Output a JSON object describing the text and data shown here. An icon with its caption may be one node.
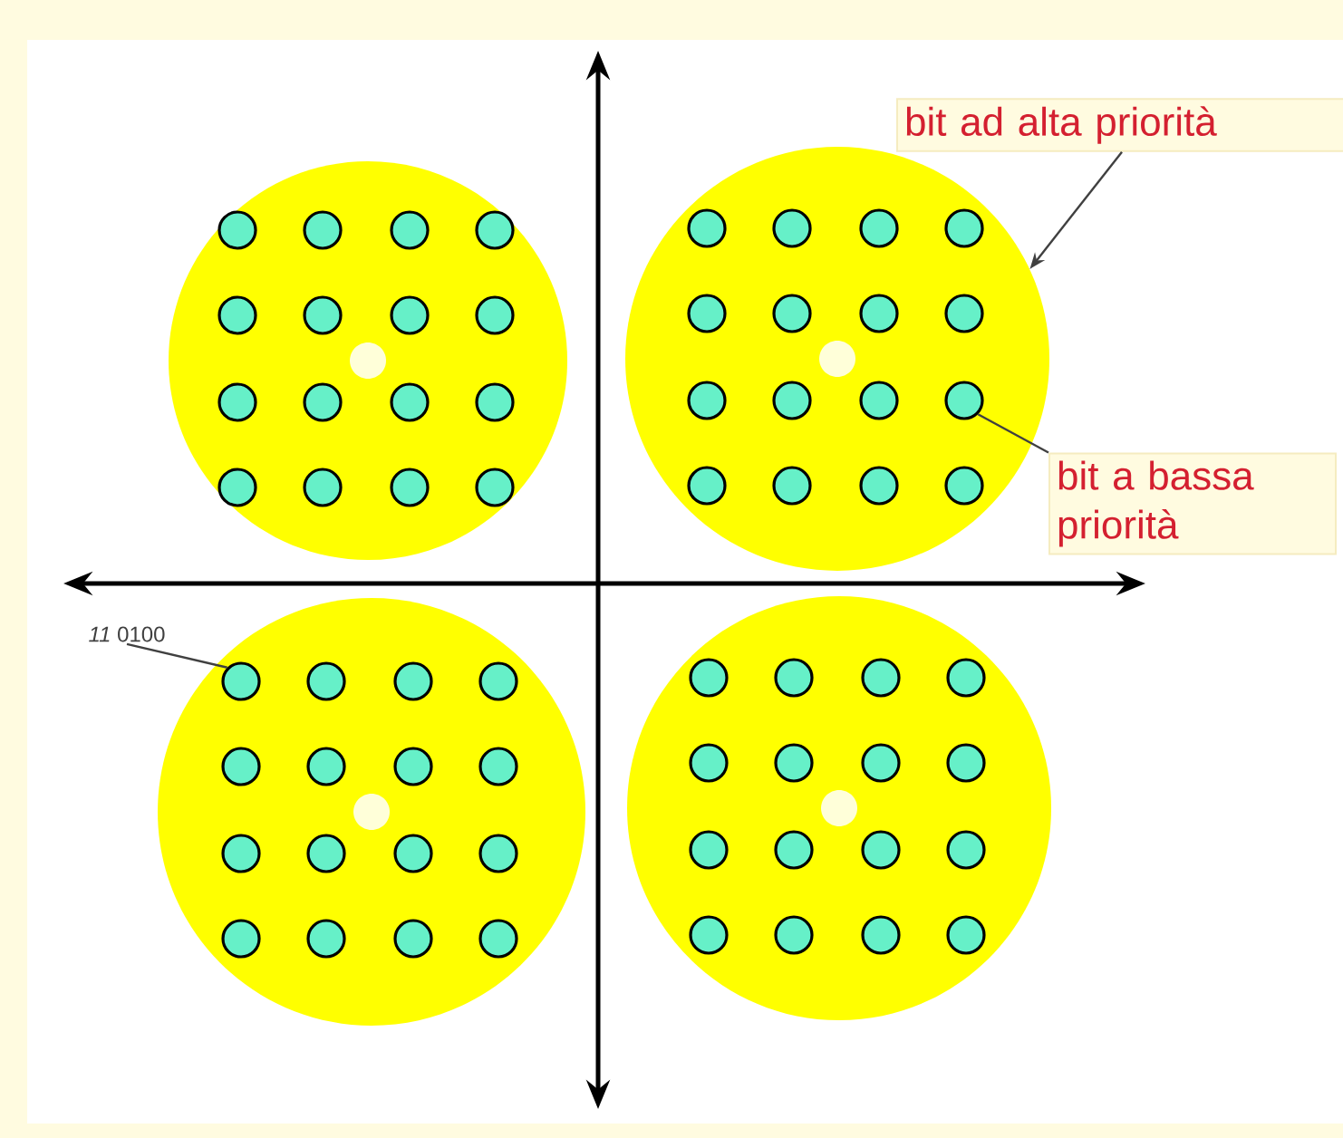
{
  "diagram": {
    "nodes": [
      {
        "text": [
          "bit ad alta priorità"
        ]
      },
      {
        "text": [],
        "shape": "circle"
      },
      {
        "text": [],
        "shape": "circle",
        "in": 1
      },
      {
        "text": [],
        "shape": "circle",
        "in": 1
      },
      {
        "text": [],
        "shape": "circle",
        "in": 1
      },
      {
        "text": [],
        "shape": "circle",
        "in": 1
      },
      {
        "text": [],
        "shape": "circle",
        "in": 1
      },
      {
        "text": [],
        "shape": "circle",
        "in": 1
      },
      {
        "text": [],
        "shape": "circle",
        "in": 1
      },
      {
        "text": [],
        "shape": "circle",
        "in": 1
      },
      {
        "text": [],
        "shape": "circle",
        "in": 1
      },
      {
        "text": [],
        "shape": "circle",
        "in": 1
      },
      {
        "text": [],
        "shape": "circle",
        "in": 1
      },
      {
        "text": [],
        "shape": "circle",
        "in": 1
      },
      {
        "text": [],
        "shape": "circle",
        "in": 1
      },
      {
        "text": [],
        "shape": "circle",
        "in": 1
      },
      {
        "text": [],
        "shape": "circle",
        "in": 1
      },
      {
        "text": [],
        "shape": "circle",
        "in": 1
      },
      {
        "text": [],
        "shape": "circle"
      },
      {
        "text": [],
        "shape": "circle",
        "in": 18
      },
      {
        "text": [],
        "shape": "circle",
        "in": 18
      },
      {
        "text": [],
        "shape": "circle",
        "in": 18
      },
      {
        "text": [],
        "shape": "circle",
        "in": 18
      },
      {
        "text": [],
        "shape": "circle",
        "in": 18
      },
      {
        "text": [],
        "shape": "circle",
        "in": 18
      },
      {
        "text": [],
        "shape": "circle",
        "in": 18
      },
      {
        "text": [],
        "shape": "circle",
        "in": 18
      },
      {
        "text": [],
        "shape": "circle",
        "in": 18
      },
      {
        "text": [],
        "shape": "circle",
        "in": 18
      },
      {
        "text": [],
        "shape": "circle",
        "in": 18
      },
      {
        "text": [],
        "shape": "circle",
        "in": 18
      },
      {
        "text": [],
        "shape": "circle",
        "in": 18
      },
      {
        "text": [],
        "shape": "circle",
        "in": 18
      },
      {
        "text": [],
        "shape": "circle",
        "in": 18
      },
      {
        "text": [],
        "shape": "circle",
        "in": 18
      },
      {
        "text": [],
        "shape": "circle"
      },
      {
        "text": [],
        "shape": "circle",
        "in": 35
      },
      {
        "text": [],
        "shape": "circle",
        "in": 35
      },
      {
        "text": [],
        "shape": "circle",
        "in": 35
      },
      {
        "text": [],
        "shape": "circle",
        "in": 35
      },
      {
        "text": [],
        "shape": "circle",
        "in": 35
      },
      {
        "text": [],
        "shape": "circle",
        "in": 35
      },
      {
        "text": [],
        "shape": "circle",
        "in": 35
      },
      {
        "text": [],
        "shape": "circle",
        "in": 35
      },
      {
        "text": [],
        "shape": "circle",
        "in": 35
      },
      {
        "text": [],
        "shape": "circle",
        "in": 35
      },
      {
        "text": [],
        "shape": "circle",
        "in": 35
      },
      {
        "text": [],
        "shape": "circle",
        "in": 35
      },
      {
        "text": [],
        "shape": "circle",
        "in": 35
      },
      {
        "text": [],
        "shape": "circle",
        "in": 35
      },
      {
        "text": [],
        "shape": "circle",
        "in": 35
      },
      {
        "text": [],
        "shape": "circle",
        "in": 35
      },
      {
        "text": [],
        "shape": "circle"
      },
      {
        "text": [],
        "shape": "circle",
        "in": 52
      },
      {
        "text": [],
        "shape": "circle",
        "in": 52
      },
      {
        "text": [],
        "shape": "circle",
        "in": 52
      },
      {
        "text": [],
        "shape": "circle",
        "in": 52
      },
      {
        "text": [],
        "shape": "circle",
        "in": 52
      },
      {
        "text": [],
        "shape": "circle",
        "in": 52
      },
      {
        "text": [],
        "shape": "circle",
        "in": 52
      },
      {
        "text": [],
        "shape": "circle",
        "in": 52
      },
      {
        "text": [],
        "shape": "circle",
        "in": 52
      },
      {
        "text": [],
        "shape": "circle",
        "in": 52
      },
      {
        "text": [],
        "shape": "circle",
        "in": 52
      },
      {
        "text": [],
        "shape": "circle",
        "in": 52
      },
      {
        "text": [],
        "shape": "circle",
        "in": 52
      },
      {
        "text": [],
        "shape": "circle",
        "in": 52
      },
      {
        "text": [],
        "shape": "circle",
        "in": 52
      },
      {
        "text": [],
        "shape": "circle",
        "in": 52
      },
      {
        "text": [
          "bit a bassa priorità"
        ]
      },
      {
        "text": [
          "*11* 0100"
        ]
      }
    ],
    "edges": [
      {
        "from": 0,
        "to": 18,
        "arrow": "to"
      },
      {
        "from": 69,
        "to": 30,
        "arrow": "none"
      },
      {
        "from": 70,
        "to": 36,
        "arrow": "none"
      }
    ]
  }
}
